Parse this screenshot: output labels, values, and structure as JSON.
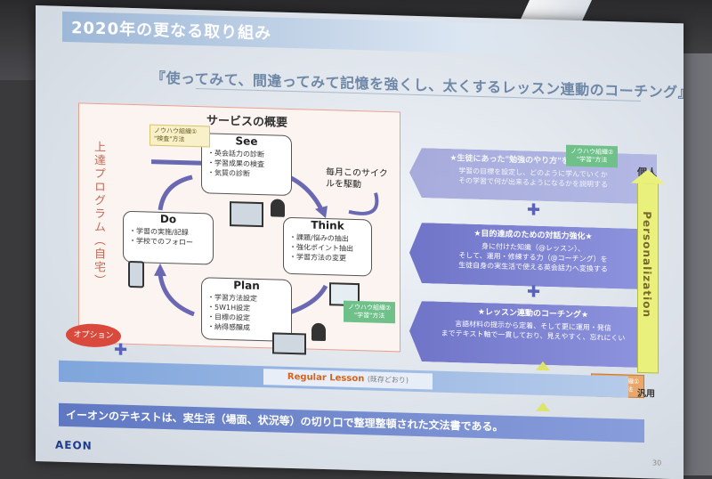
{
  "slide": {
    "title": "2020年の更なる取り組み",
    "headline": "『使ってみて、間違ってみて記憶を強くし、太くするレッスン連動のコーチング』",
    "service_overview": "サービスの概要",
    "side_label": "上達プログラム（自宅）",
    "cycle_label": "毎月このサイクルを駆動",
    "option_label": "オプション",
    "see": {
      "title": "See",
      "items": [
        "英会話力の診断",
        "学習成果の検査",
        "気質の診断"
      ]
    },
    "think": {
      "title": "Think",
      "items": [
        "課題/悩みの抽出",
        "強化ポイント抽出",
        "学習方法の変更"
      ]
    },
    "plan": {
      "title": "Plan",
      "items": [
        "学習方法設定",
        "5W1H設定",
        "目標の設定",
        "納得感醸成"
      ]
    },
    "do": {
      "title": "Do",
      "items": [
        "学習の実施/記録",
        "学校でのフォロー"
      ]
    },
    "tag_see": "ノウハウ組織①\n\"検査\"方法",
    "tag_plan": "ノウハウ組織②\n\"学習\"方法",
    "tag_right_top": "ノウハウ組織②\n\"学習\"方法",
    "tag_right_bottom": "ノウハウ組織①\n\"検査\"方法",
    "right_blocks": [
      {
        "head": "★生徒にあった\"勉強のやり方\"をアドバイス★",
        "body": "学習の目標を設定し、どのように学んでいくか\nその学習で何が出来るようになるかを説明する"
      },
      {
        "head": "★目的達成のための対話力強化★",
        "body": "身に付けた知識（@レッスン）、\nそして、運用・修練する力（@コーチング）を\n生徒自身の実生活で使える英会話力へ変換する"
      },
      {
        "head": "★レッスン連動のコーチング★",
        "body": "言語材料の提示から定着、そして更に運用・発信\nまでテキスト軸で一貫しており、見えやすく、忘れにくい"
      }
    ],
    "kojin": "個人",
    "personalization": "Personalization",
    "hanyo": "汎用",
    "regular_lesson": "Regular Lesson",
    "regular_lesson_note": "(既存どおり)",
    "bottom_text": "イーオンのテキストは、実生活（場面、状況等）の切り口で整理整頓された文法書である。",
    "logo": "AEON",
    "page_number": "30"
  },
  "colors": {
    "accent_blue": "#6f74c8",
    "red": "#d9493c",
    "orange": "#d5621d",
    "yellow_arrow": "#e9f07b"
  }
}
